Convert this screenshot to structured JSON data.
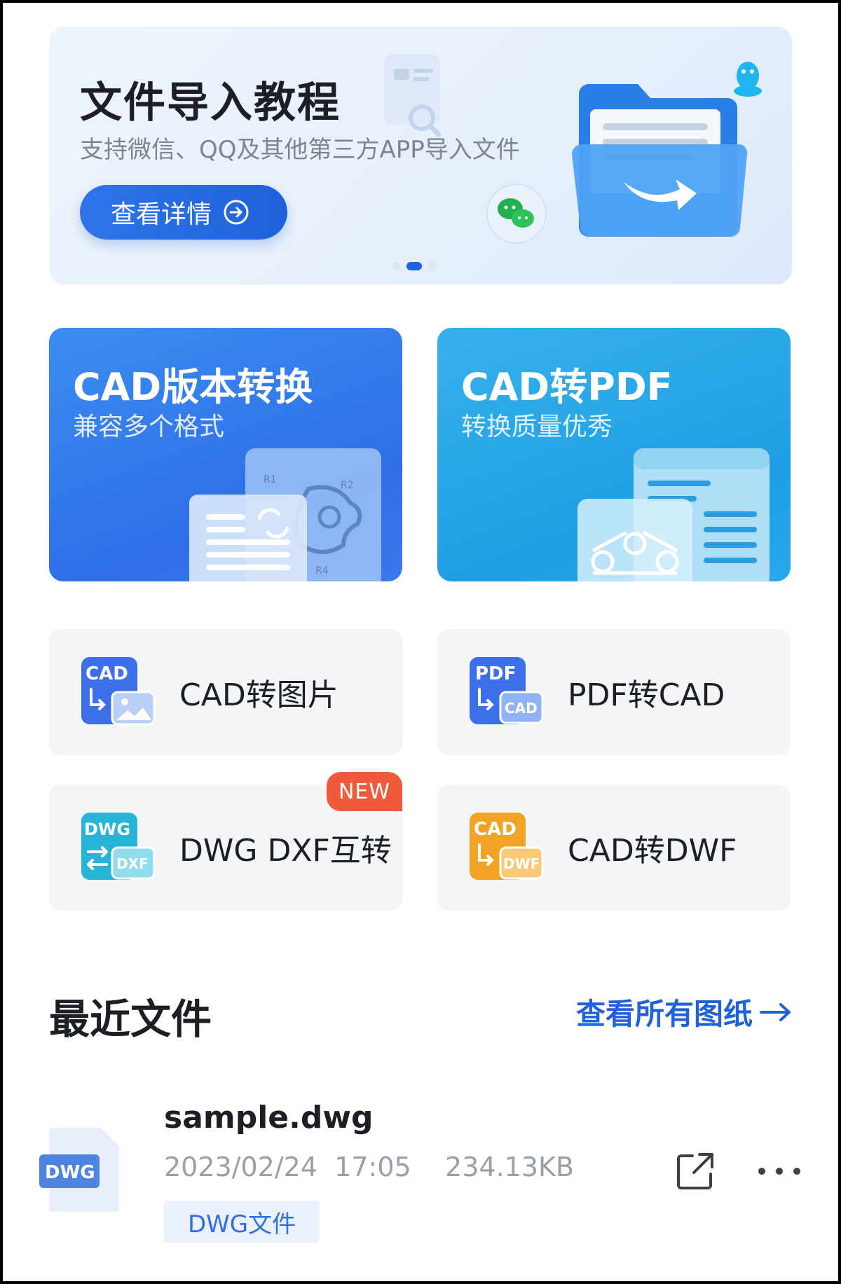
{
  "banner": {
    "title": "文件导入教程",
    "subtitle": "支持微信、QQ及其他第三方APP导入文件",
    "button_label": "查看详情",
    "page_count": 3,
    "active_page": 2
  },
  "features": [
    {
      "title": "CAD版本转换",
      "subtitle": "兼容多个格式",
      "color": "#2f6ee6",
      "art_labels": [
        "R1",
        "R2",
        "R4"
      ]
    },
    {
      "title": "CAD转PDF",
      "subtitle": "转换质量优秀",
      "color": "#1f9ee3"
    }
  ],
  "tools": [
    {
      "label": "CAD转图片",
      "icon": "cad-to-image-icon",
      "icon_top": "CAD",
      "color": "#3d6fe8"
    },
    {
      "label": "PDF转CAD",
      "icon": "pdf-to-cad-icon",
      "icon_top": "PDF",
      "icon_badge": "CAD",
      "color": "#3d6fe8"
    },
    {
      "label": "DWG DXF互转",
      "icon": "dwg-dxf-swap-icon",
      "icon_top": "DWG",
      "icon_badge": "DXF",
      "color": "#26b5d6",
      "badge": "NEW"
    },
    {
      "label": "CAD转DWF",
      "icon": "cad-to-dwf-icon",
      "icon_top": "CAD",
      "icon_badge": "DWF",
      "color": "#f2a326"
    }
  ],
  "recent": {
    "title": "最近文件",
    "view_all_label": "查看所有图纸",
    "files": [
      {
        "name": "sample.dwg",
        "date": "2023/02/24",
        "time": "17:05",
        "size": "234.13KB",
        "tag": "DWG文件",
        "icon_label": "DWG"
      }
    ]
  },
  "colors": {
    "accent": "#1f62db",
    "new_badge": "#ef5a3a"
  }
}
